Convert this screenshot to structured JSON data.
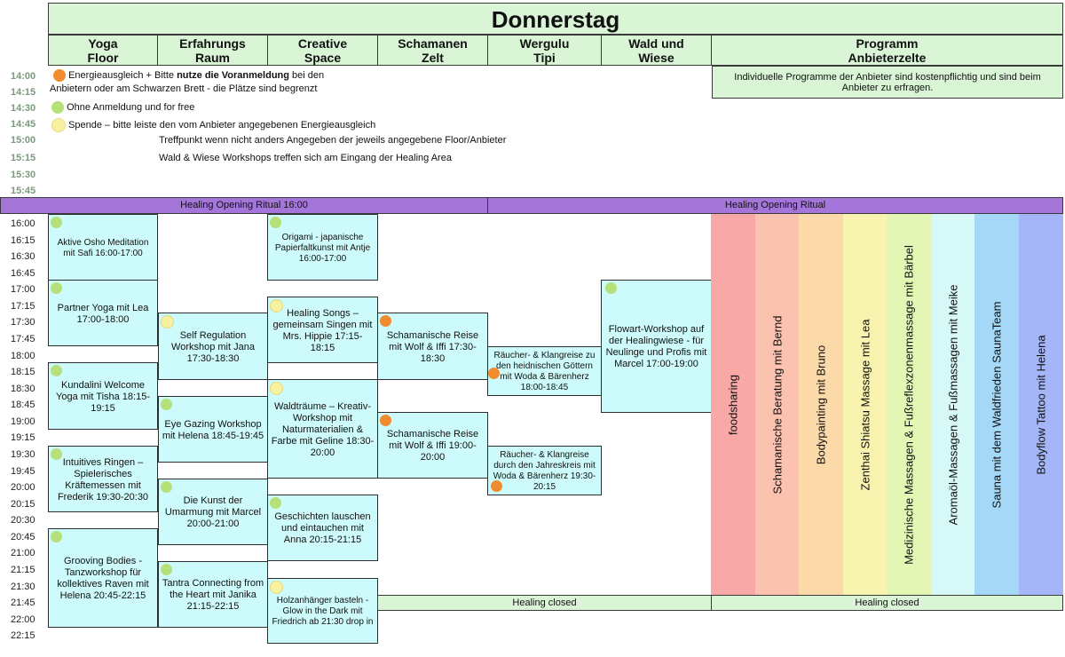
{
  "title": "Donnerstag",
  "columns": [
    {
      "label": "Yoga\nFloor"
    },
    {
      "label": "Erfahrungs\nRaum"
    },
    {
      "label": "Creative\nSpace"
    },
    {
      "label": "Schamanen\nZelt"
    },
    {
      "label": "Wergulu\nTipi"
    },
    {
      "label": "Wald und\nWiese"
    },
    {
      "label": "Programm\nAnbieterzelte"
    }
  ],
  "info_note": "Individuelle Programme der Anbieter sind kostenpflichtig und sind beim Anbieter zu erfragen.",
  "times_top": [
    "14:00",
    "14:15",
    "14:30",
    "14:45",
    "15:00",
    "15:15",
    "15:30",
    "15:45"
  ],
  "times_main": [
    "16:00",
    "16:15",
    "16:30",
    "16:45",
    "17:00",
    "17:15",
    "17:30",
    "17:45",
    "18:00",
    "18:15",
    "18:30",
    "18:45",
    "19:00",
    "19:15",
    "19:30",
    "19:45",
    "20:00",
    "20:15",
    "20:30",
    "20:45",
    "21:00",
    "21:15",
    "21:30",
    "21:45",
    "22:00",
    "22:15"
  ],
  "legend": {
    "orange_pre": "Energieausgleich + Bitte ",
    "orange_bold": "nutze die Voranmeldung",
    "orange_post": " bei den",
    "orange_line2": "Anbietern oder am Schwarzen Brett - die Plätze sind begrenzt",
    "green": "Ohne Anmeldung und for free",
    "yellow": "Spende – bitte leiste den vom Anbieter angegebenen Energieausgleich",
    "note1": "Treffpunkt wenn nicht anders Angegeben der jeweils angegebene Floor/Anbieter",
    "note2": "Wald & Wiese Workshops treffen sich am Eingang der Healing Area"
  },
  "bands": {
    "opening_left": "Healing Opening Ritual 16:00",
    "opening_right": "Healing Opening Ritual",
    "closed_left": "Healing closed",
    "closed_right": "Healing closed"
  },
  "events": {
    "osho": "Aktive Osho Meditation mit  Safi 16:00-17:00",
    "partner_yoga": "Partner Yoga mit Lea 17:00-18:00",
    "kundalini": "Kundalini Welcome Yoga mit Tisha 18:15-19:15",
    "ringen": "Intuitives Ringen – Spielerisches Kräftemessen mit Frederik 19:30-20:30",
    "grooving": "Grooving Bodies - Tanzworkshop für kollektives Raven mit Helena 20:45-22:15",
    "self_reg": "Self Regulation Workshop mit Jana 17:30-18:30",
    "eye_gazing": "Eye Gazing Workshop mit Helena 18:45-19:45",
    "umarmung": "Die Kunst der Umarmung mit Marcel 20:00-21:00",
    "tantra": "Tantra Connecting from the Heart mit Janika 21:15-22:15",
    "origami": "Origami - japanische Papierfaltkunst mit Antje 16:00-17:00",
    "healing_songs": "Healing Songs – gemeinsam Singen mit Mrs. Hippie 17:15-18:15",
    "waldtraeume": "Waldträume – Kreativ-Workshop mit Naturmaterialien & Farbe mit Geline 18:30-20:00",
    "geschichten": "Geschichten lauschen und eintauchen mit Anna 20:15-21:15",
    "holzanhaenger": "Holzanhänger basteln - Glow in the Dark mit Friedrich ab 21:30 drop in",
    "schamanisch1": "Schamanische Reise mit Wolf & Iffi 17:30-18:30",
    "schamanisch2": "Schamanische Reise mit Wolf & Iffi 19:00-20:00",
    "raeucher1": "Räucher- & Klangreise zu den heidnischen Göttern mit Woda & Bärenherz 18:00-18:45",
    "raeucher2": "Räucher- & Klangreise durch den Jahreskreis mit Woda & Bärenherz 19:30-20:15",
    "flowart": "Flowart-Workshop auf der Healingwiese - für Neulinge und Profis mit Marcel 17:00-19:00"
  },
  "vendors": [
    {
      "label": "foodsharing",
      "color": "#f9a8a8"
    },
    {
      "label": "Schamanische Beratung mit Bernd",
      "color": "#fbc2b0"
    },
    {
      "label": "Bodypainting mit Bruno",
      "color": "#fbd9a8"
    },
    {
      "label": "Zenthai Shiatsu Massage mit Lea",
      "color": "#f8f4b0"
    },
    {
      "label": "Medizinische Massagen & Fußreflexzonenmassage mit Bärbel",
      "color": "#e4f6b4"
    },
    {
      "label": "Aromaöl-Massagen & Fußmassagen mit Meike",
      "color": "#d6f8f6"
    },
    {
      "label": "Sauna mit dem Waldfrieden SaunaTeam",
      "color": "#a4d8f6"
    },
    {
      "label": "Bodyflow Tattoo mit Helena",
      "color": "#a4b6f8"
    }
  ],
  "colors": {
    "header": "#d9f5d6",
    "event": "#cdfafa",
    "band": "#a476d9",
    "orange": "#f18c2e",
    "green": "#b5e07a",
    "yellow": "#f8f1a2"
  }
}
